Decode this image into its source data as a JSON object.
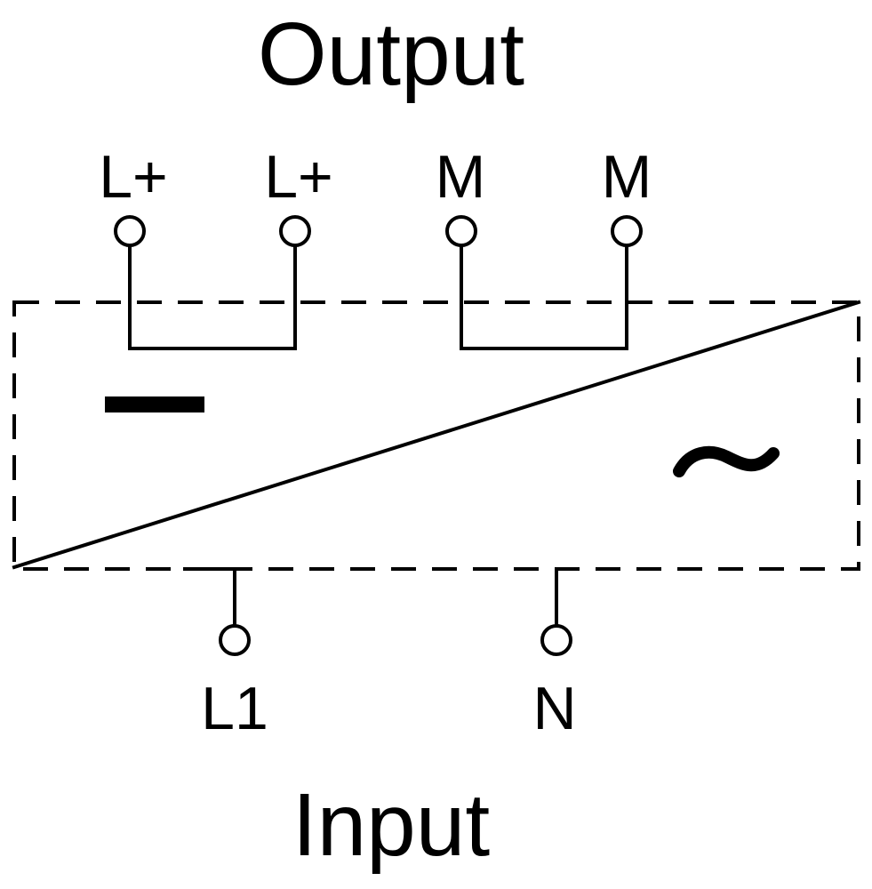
{
  "diagram": {
    "title_output": "Output",
    "title_input": "Input",
    "output_terminals": [
      "L+",
      "L+",
      "M",
      "M"
    ],
    "input_terminals": [
      "L1",
      "N"
    ],
    "dc_symbol": "—",
    "ac_symbol": "~",
    "line_color": "#000000",
    "background_color": "#ffffff"
  }
}
